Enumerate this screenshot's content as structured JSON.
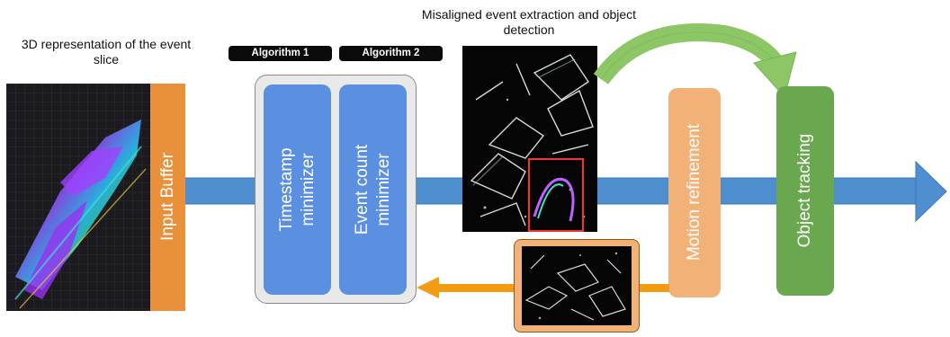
{
  "captions": {
    "event_slice": "3D representation of the event slice",
    "misaligned": "Misaligned event extraction and object detection"
  },
  "tags": {
    "algorithm_1": "Algorithm 1",
    "algorithm_2": "Algorithm 2"
  },
  "blocks": {
    "input_buffer": "Input Buffer",
    "timestamp_minimizer_l1": "Timestamp",
    "timestamp_minimizer_l2": "minimizer",
    "event_count_minimizer_l1": "Event count",
    "event_count_minimizer_l2": "minimizer",
    "motion_refinement": "Motion refinement",
    "object_tracking": "Object tracking"
  },
  "colors": {
    "main_arrow": "#4f8fd0",
    "input_buffer": "#e8913a",
    "minimizer": "#5b8fe0",
    "algorithm_container": "#e9e9e9",
    "motion_refinement": "#f2b277",
    "object_tracking": "#6aa84f",
    "feedback_arrow": "#f39c12",
    "curved_arrow": "#8cc665",
    "detection_box": "#e53935"
  },
  "icons": {
    "event_slice_image": "3d-event-slice-render",
    "misaligned_image": "misaligned-event-frame",
    "refined_image": "refined-event-frame"
  }
}
